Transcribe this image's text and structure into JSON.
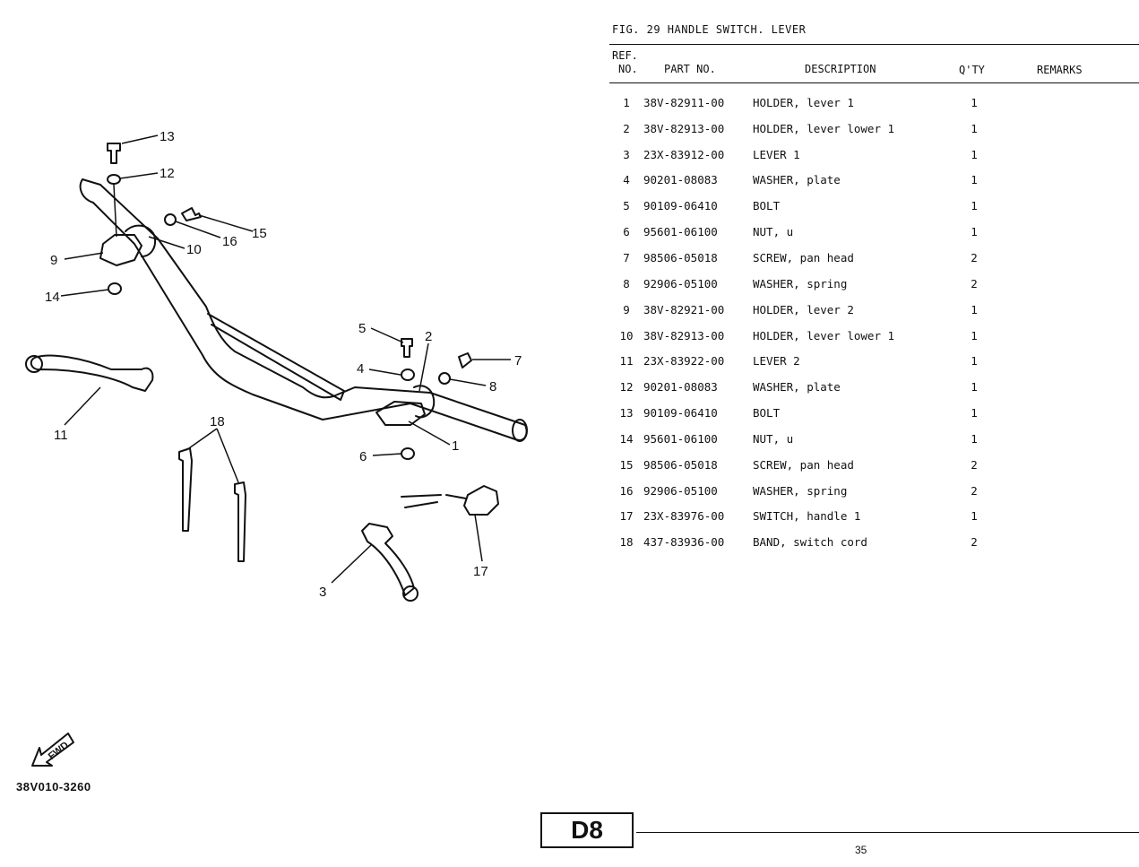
{
  "figure": {
    "title": "FIG. 29  HANDLE SWITCH. LEVER"
  },
  "columns": {
    "ref_line1": "REF.",
    "ref_line2": "NO.",
    "part_no": "PART NO.",
    "description": "DESCRIPTION",
    "qty": "Q'TY",
    "remarks": "REMARKS"
  },
  "parts": [
    {
      "ref": "1",
      "part_no": "38V-82911-00",
      "description": "HOLDER, lever 1",
      "qty": "1",
      "remarks": ""
    },
    {
      "ref": "2",
      "part_no": "38V-82913-00",
      "description": "HOLDER, lever lower 1",
      "qty": "1",
      "remarks": ""
    },
    {
      "ref": "3",
      "part_no": "23X-83912-00",
      "description": "LEVER 1",
      "qty": "1",
      "remarks": ""
    },
    {
      "ref": "4",
      "part_no": "90201-08083",
      "description": "WASHER, plate",
      "qty": "1",
      "remarks": ""
    },
    {
      "ref": "5",
      "part_no": "90109-06410",
      "description": "BOLT",
      "qty": "1",
      "remarks": ""
    },
    {
      "ref": "6",
      "part_no": "95601-06100",
      "description": "NUT, u",
      "qty": "1",
      "remarks": ""
    },
    {
      "ref": "7",
      "part_no": "98506-05018",
      "description": "SCREW, pan head",
      "qty": "2",
      "remarks": ""
    },
    {
      "ref": "8",
      "part_no": "92906-05100",
      "description": "WASHER, spring",
      "qty": "2",
      "remarks": ""
    },
    {
      "ref": "9",
      "part_no": "38V-82921-00",
      "description": "HOLDER, lever 2",
      "qty": "1",
      "remarks": ""
    },
    {
      "ref": "10",
      "part_no": "38V-82913-00",
      "description": "HOLDER, lever lower 1",
      "qty": "1",
      "remarks": ""
    },
    {
      "ref": "11",
      "part_no": "23X-83922-00",
      "description": "LEVER 2",
      "qty": "1",
      "remarks": ""
    },
    {
      "ref": "12",
      "part_no": "90201-08083",
      "description": "WASHER, plate",
      "qty": "1",
      "remarks": ""
    },
    {
      "ref": "13",
      "part_no": "90109-06410",
      "description": "BOLT",
      "qty": "1",
      "remarks": ""
    },
    {
      "ref": "14",
      "part_no": "95601-06100",
      "description": "NUT, u",
      "qty": "1",
      "remarks": ""
    },
    {
      "ref": "15",
      "part_no": "98506-05018",
      "description": "SCREW, pan head",
      "qty": "2",
      "remarks": ""
    },
    {
      "ref": "16",
      "part_no": "92906-05100",
      "description": "WASHER, spring",
      "qty": "2",
      "remarks": ""
    },
    {
      "ref": "17",
      "part_no": "23X-83976-00",
      "description": "SWITCH, handle 1",
      "qty": "1",
      "remarks": ""
    },
    {
      "ref": "18",
      "part_no": "437-83936-00",
      "description": "BAND, switch cord",
      "qty": "2",
      "remarks": ""
    }
  ],
  "diagram": {
    "callouts": {
      "c1": "1",
      "c2": "2",
      "c3": "3",
      "c4": "4",
      "c5": "5",
      "c6": "6",
      "c7": "7",
      "c8": "8",
      "c9": "9",
      "c10": "10",
      "c11": "11",
      "c12": "12",
      "c13": "13",
      "c14": "14",
      "c15": "15",
      "c16": "16",
      "c17": "17",
      "c18": "18"
    },
    "fwd_label": "FWD",
    "drawing_number": "38V010-3260"
  },
  "footer": {
    "section": "D8",
    "page": "35"
  }
}
